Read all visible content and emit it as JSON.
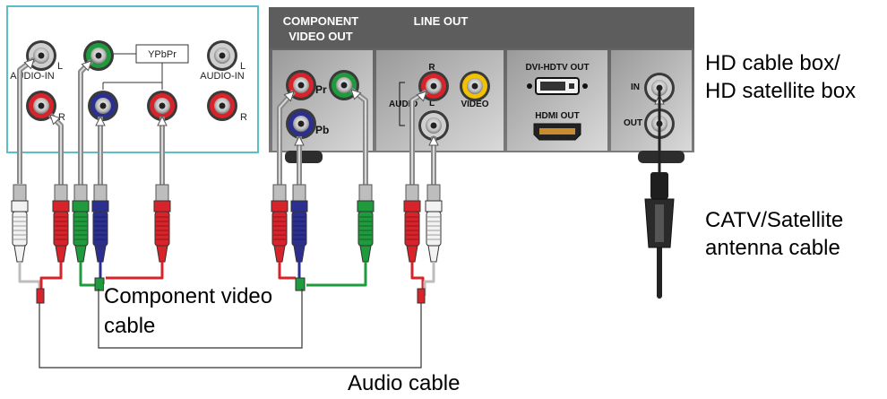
{
  "tv_panel": {
    "audio_in_left": "AUDIO-IN",
    "audio_in_right": "AUDIO-IN",
    "left_letter": "L",
    "right_letter": "R",
    "left_letter_b": "L",
    "right_letter_b": "R",
    "ypbpr_label": "YPbPr"
  },
  "receiver": {
    "component_title_1": "COMPONENT",
    "component_title_2": "VIDEO OUT",
    "line_out_title": "LINE OUT",
    "pr_label": "Pr",
    "pb_label": "Pb",
    "audio_label": "AUDIO",
    "audio_r": "R",
    "audio_l": "L",
    "video_label": "VIDEO",
    "dvi_label": "DVI-HDTV OUT",
    "hdmi_label": "HDMI OUT",
    "in_label": "IN",
    "out_label": "OUT"
  },
  "labels": {
    "hd_box_1": "HD cable box/",
    "hd_box_2": "HD satellite box",
    "catv_1": "CATV/Satellite",
    "catv_2": "antenna cable",
    "component_1": "Component video",
    "component_2": "cable",
    "audio_cable": "Audio cable"
  },
  "colors": {
    "teal_border": "#5bbfc7",
    "panel_gray": "#6d6d6d",
    "red": "#d8232a",
    "green": "#1f9a3c",
    "blue": "#2b2f8f",
    "yellow": "#f2c200",
    "white_plug": "#f2f2f2"
  }
}
